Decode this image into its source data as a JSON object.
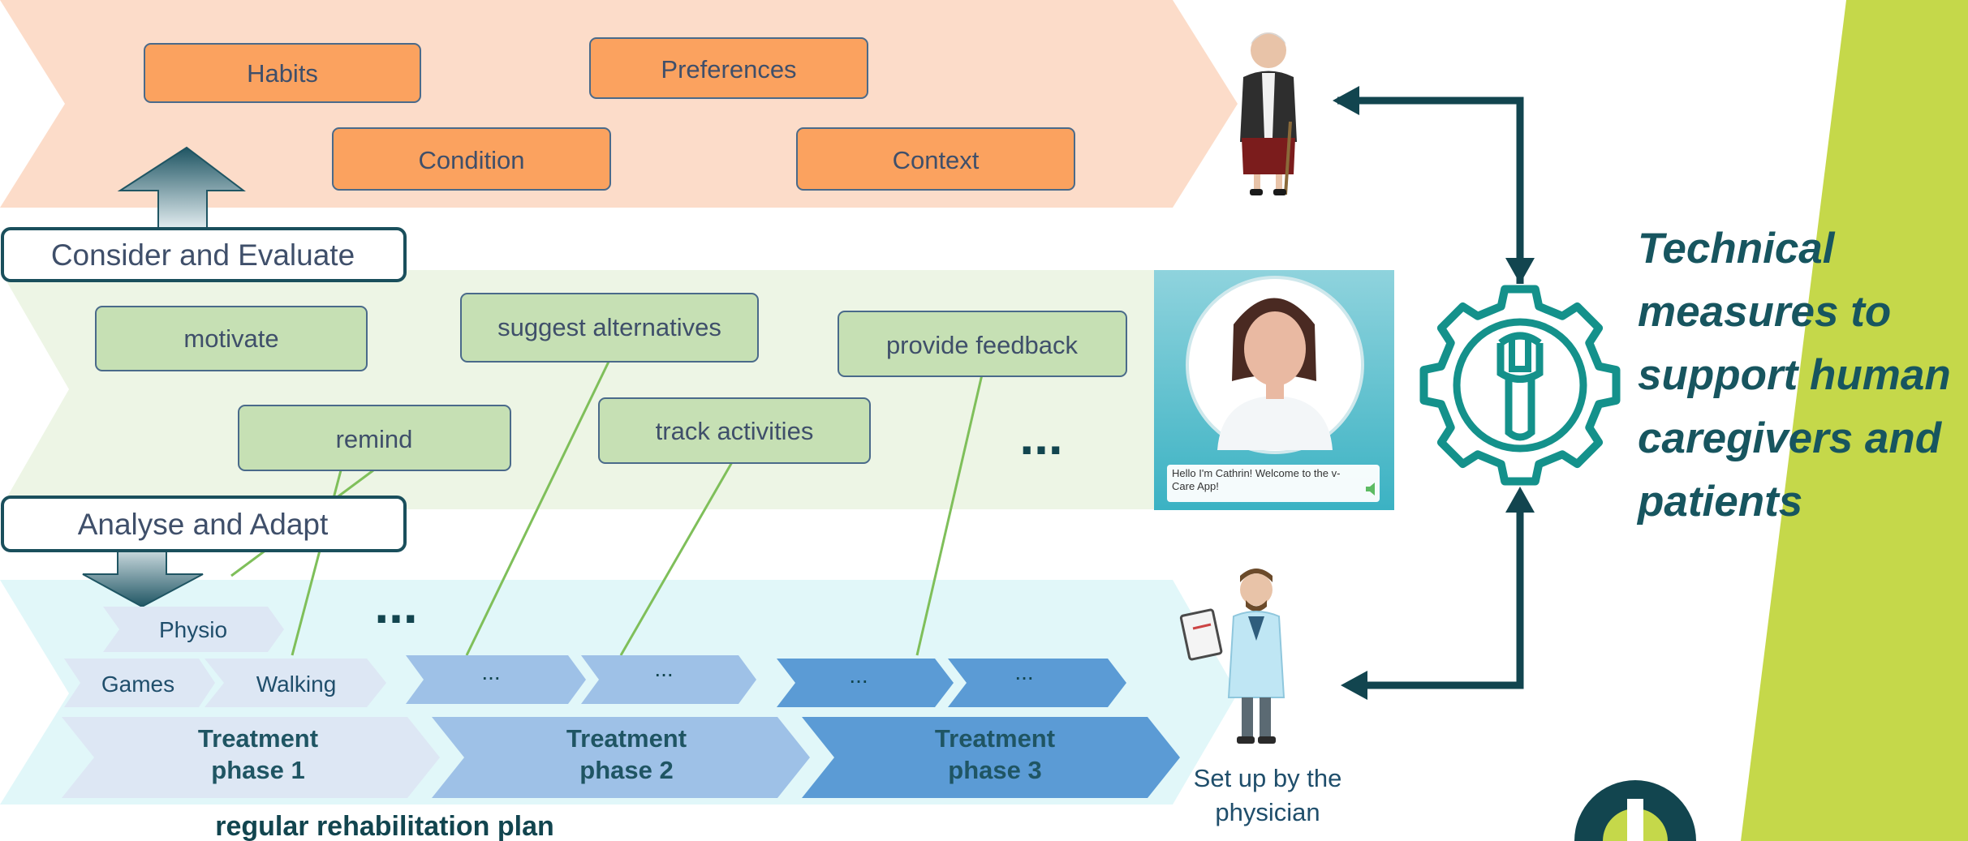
{
  "colors": {
    "peach_band": "#fcdcc9",
    "orange_box": "#fba25f",
    "green_band": "#edf5e5",
    "green_box": "#c6e0b4",
    "cyan_band": "#e1f7f9",
    "phase_1": "#dde7f4",
    "phase_2": "#9ec1e7",
    "phase_3": "#5b9bd5",
    "teal_dark": "#12454f",
    "headline": "#17555f",
    "lime": "#c5d84a"
  },
  "patient_layer": {
    "items": [
      "Habits",
      "Preferences",
      "Condition",
      "Context"
    ]
  },
  "labels": {
    "consider": "Consider and Evaluate",
    "analyse": "Analyse and Adapt"
  },
  "app_layer": {
    "items": [
      "motivate",
      "suggest alternatives",
      "provide feedback",
      "remind",
      "track activities"
    ],
    "ellipsis": "..."
  },
  "avatar": {
    "message": "Hello I'm Cathrin! Welcome to the v-Care App!"
  },
  "plan": {
    "activities": [
      "Physio",
      "Games",
      "Walking"
    ],
    "activity_ellipsis": "...",
    "phase_substeps": [
      "...",
      "...",
      "...",
      "..."
    ],
    "phases": [
      {
        "line1": "Treatment",
        "line2": "phase 1"
      },
      {
        "line1": "Treatment",
        "line2": "phase 2"
      },
      {
        "line1": "Treatment",
        "line2": "phase 3"
      }
    ],
    "caption": "regular rehabilitation plan"
  },
  "physician": {
    "caption_line1": "Set up by the",
    "caption_line2": "physician"
  },
  "headline": {
    "lines": [
      "Technical",
      "measures to",
      "support human",
      "caregivers and",
      "patients"
    ]
  },
  "icons": [
    "elderly-patient-icon",
    "physician-icon",
    "gear-wrench-icon",
    "avatar-icon"
  ]
}
